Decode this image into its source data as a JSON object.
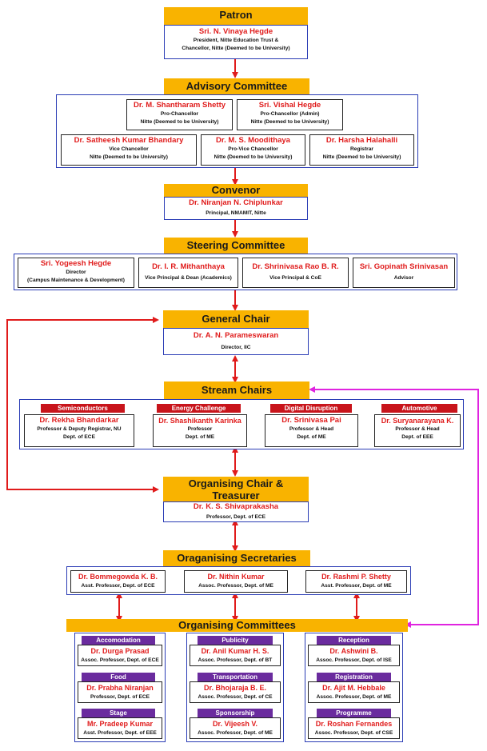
{
  "patron": {
    "title": "Patron",
    "name": "Sri. N. Vinaya Hegde",
    "desc1": "President, Nitte Education Trust &",
    "desc2": "Chancellor, Nitte (Deemed to be University)"
  },
  "advisory": {
    "title": "Advisory Committee",
    "members": [
      {
        "name": "Dr. M. Shantharam Shetty",
        "role": "Pro-Chancellor",
        "org": "Nitte (Deemed to be University)"
      },
      {
        "name": "Sri. Vishal Hegde",
        "role": "Pro-Chancellor (Admin)",
        "org": "Nitte (Deemed to be University)"
      },
      {
        "name": "Dr. Satheesh Kumar Bhandary",
        "role": "Vice Chancellor",
        "org": "Nitte (Deemed to be University)"
      },
      {
        "name": "Dr. M. S. Moodithaya",
        "role": "Pro-Vice Chancellor",
        "org": "Nitte (Deemed to be University)"
      },
      {
        "name": "Dr. Harsha Halahalli",
        "role": "Registrar",
        "org": "Nitte (Deemed to be University)"
      }
    ]
  },
  "convenor": {
    "title": "Convenor",
    "name": "Dr. Niranjan N. Chiplunkar",
    "desc": "Principal, NMAMIT, Nitte"
  },
  "steering": {
    "title": "Steering Committee",
    "members": [
      {
        "name": "Sri. Yogeesh Hegde",
        "role": "Director",
        "extra": "(Campus Maintenance & Development)"
      },
      {
        "name": "Dr. I. R. Mithanthaya",
        "role": "Vice Principal & Dean (Academics)",
        "extra": ""
      },
      {
        "name": "Dr. Shrinivasa Rao B. R.",
        "role": "Vice Principal & CoE",
        "extra": ""
      },
      {
        "name": "Sri. Gopinath Srinivasan",
        "role": "Advisor",
        "extra": ""
      }
    ]
  },
  "general_chair": {
    "title": "General Chair",
    "name": "Dr. A. N. Parameswaran",
    "desc": "Director, IIC"
  },
  "stream_chairs": {
    "title": "Stream Chairs",
    "streams": [
      {
        "tag": "Semiconductors",
        "name": "Dr. Rekha Bhandarkar",
        "role": "Professor & Deputy Registrar, NU",
        "dept": "Dept. of ECE"
      },
      {
        "tag": "Energy Challenge",
        "name": "Dr. Shashikanth Karinka",
        "role": "Professor",
        "dept": "Dept. of ME"
      },
      {
        "tag": "Digital Disruption",
        "name": "Dr. Srinivasa Pai",
        "role": "Professor & Head",
        "dept": "Dept. of ME"
      },
      {
        "tag": "Automotive",
        "name": "Dr. Suryanarayana K.",
        "role": "Professor & Head",
        "dept": "Dept. of EEE"
      }
    ]
  },
  "organising_chair": {
    "title1": "Organising Chair &",
    "title2": "Treasurer",
    "name": "Dr. K. S. Shivaprakasha",
    "desc": "Professor, Dept. of ECE"
  },
  "secretaries": {
    "title": "Oraganising Secretaries",
    "members": [
      {
        "name": "Dr. Bommegowda K. B.",
        "desc": "Asst. Professor, Dept. of ECE"
      },
      {
        "name": "Dr. Nithin Kumar",
        "desc": "Assoc. Professor, Dept. of ME"
      },
      {
        "name": "Dr. Rashmi P. Shetty",
        "desc": "Asst. Professor, Dept. of ME"
      }
    ]
  },
  "committees": {
    "title": "Organising Committees",
    "columns": [
      [
        {
          "tag": "Accomodation",
          "name": "Dr. Durga Prasad",
          "desc": "Assoc. Professor, Dept. of ECE"
        },
        {
          "tag": "Food",
          "name": "Dr. Prabha Niranjan",
          "desc": "Professor, Dept. of ECE"
        },
        {
          "tag": "Stage",
          "name": "Mr. Pradeep Kumar",
          "desc": "Asst. Professor, Dept. of EEE"
        }
      ],
      [
        {
          "tag": "Publicity",
          "name": "Dr. Anil Kumar H. S.",
          "desc": "Assoc. Professor, Dept. of BT"
        },
        {
          "tag": "Transportation",
          "name": "Dr. Bhojaraja B. E.",
          "desc": "Assoc. Professor, Dept. of CE"
        },
        {
          "tag": "Sponsorship",
          "name": "Dr. Vijeesh V.",
          "desc": "Assoc. Professor, Dept. of ME"
        }
      ],
      [
        {
          "tag": "Reception",
          "name": "Dr. Ashwini B.",
          "desc": "Assoc. Professor, Dept. of ISE"
        },
        {
          "tag": "Registration",
          "name": "Dr. Ajit M. Hebbale",
          "desc": "Assoc. Professor, Dept. of ME"
        },
        {
          "tag": "Programme",
          "name": "Dr. Roshan Fernandes",
          "desc": "Assoc. Professor, Dept. of CSE"
        }
      ]
    ]
  },
  "colors": {
    "header": "#f9b300",
    "name": "#e01b1b",
    "frame": "#2a3cb5",
    "arrow_red": "#e01b1b",
    "arrow_blue": "#1f3be0",
    "arrow_magenta": "#e024e0",
    "stream_tag": "#c8141b",
    "committee_tag": "#6a2b9e"
  }
}
